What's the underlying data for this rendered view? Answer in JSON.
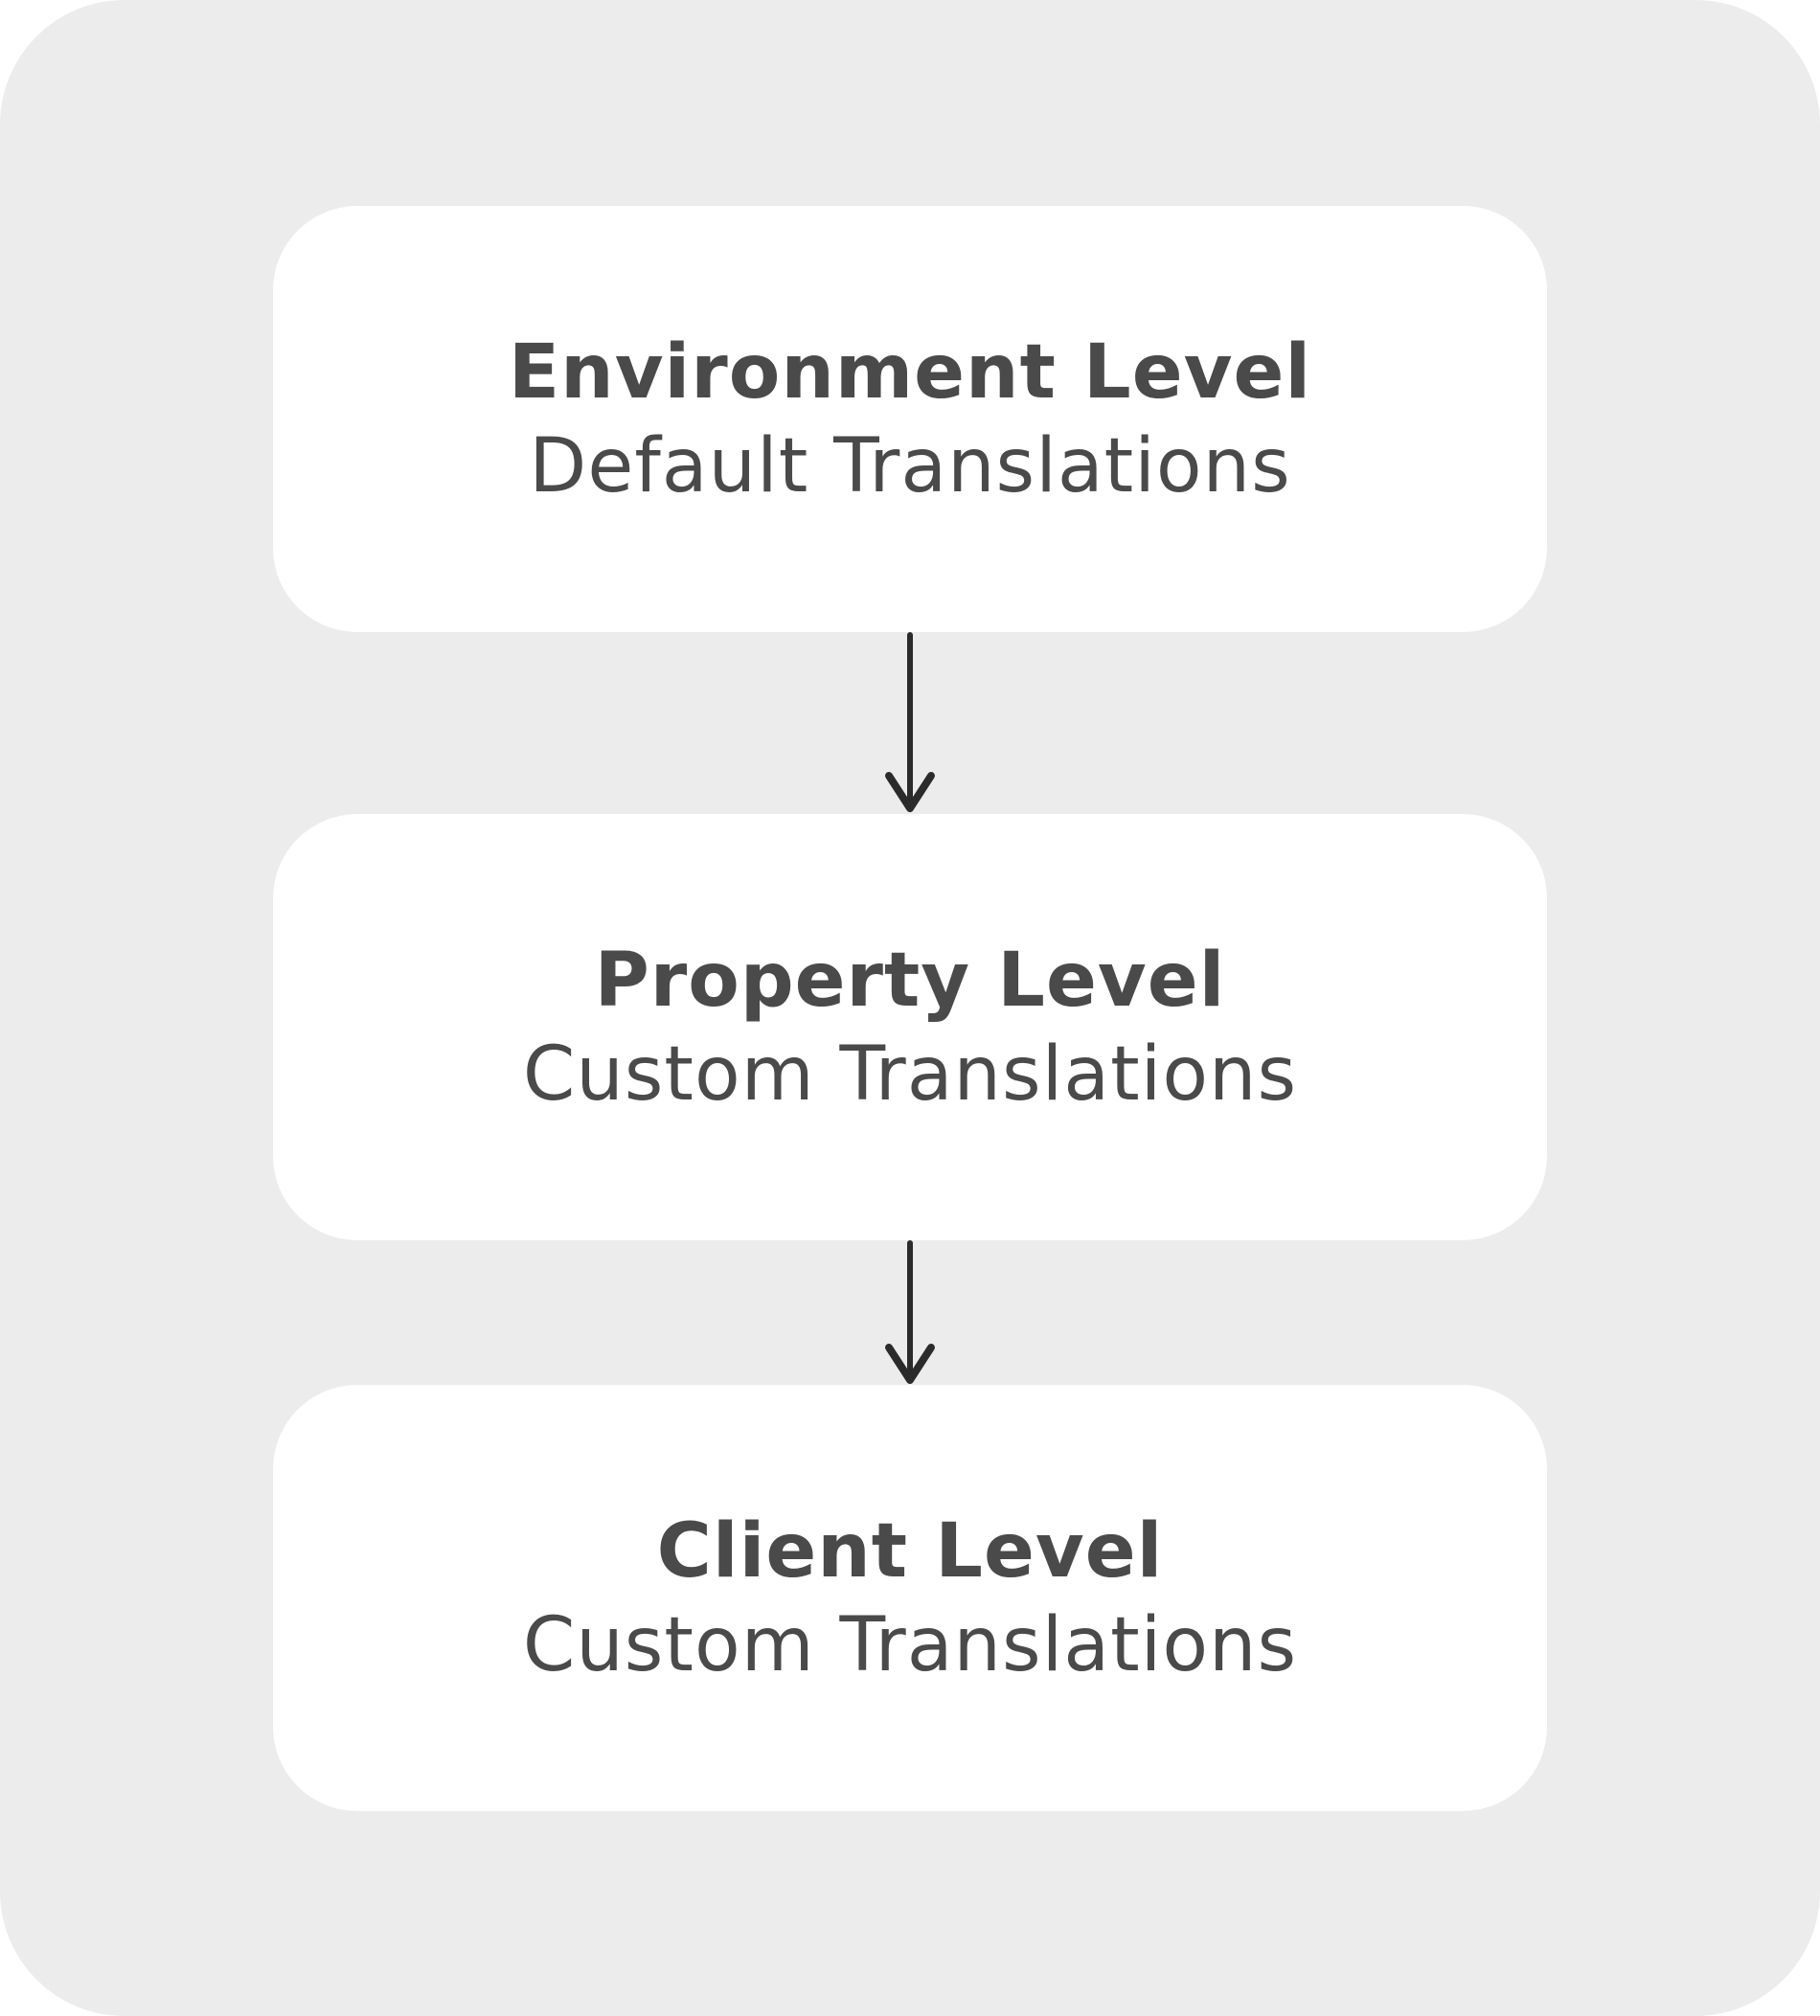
{
  "levels": [
    {
      "title": "Environment Level",
      "subtitle": "Default Translations"
    },
    {
      "title": "Property Level",
      "subtitle": "Custom Translations"
    },
    {
      "title": "Client Level",
      "subtitle": "Custom Translations"
    }
  ],
  "colors": {
    "panel_background": "#ececec",
    "card_background": "#ffffff",
    "text": "#4a4a4a",
    "arrow": "#2b2b2b"
  }
}
